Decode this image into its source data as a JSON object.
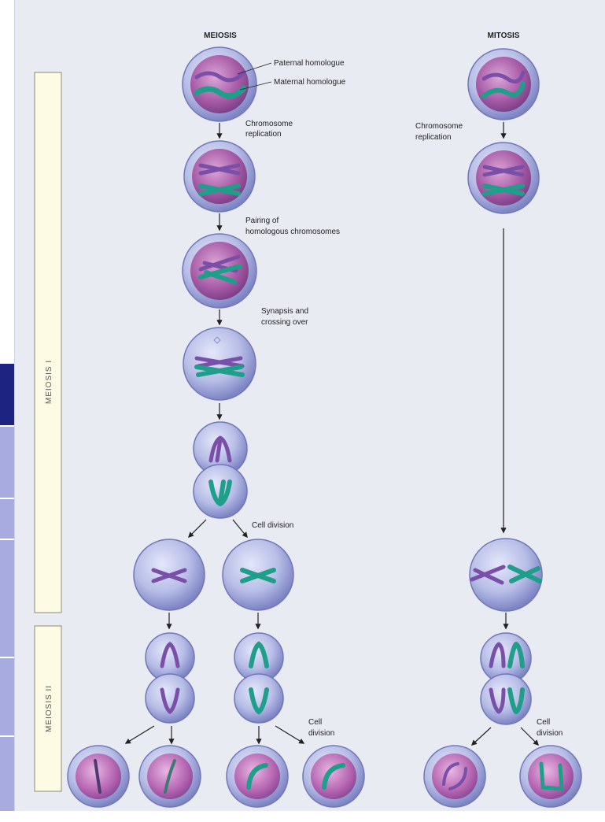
{
  "headers": {
    "meiosis": "MEIOSIS",
    "mitosis": "MITOSIS"
  },
  "stage_bars": {
    "meiosis_one": "MEIOSIS I",
    "meiosis_two": "MEIOSIS II"
  },
  "labels": {
    "paternal": "Paternal homologue",
    "maternal": "Maternal homologue",
    "replication_meiosis_line1": "Chromosome",
    "replication_meiosis_line2": "replication",
    "pairing_line1": "Pairing of",
    "pairing_line2": "homologous chromosomes",
    "synapsis_line1": "Synapsis and",
    "synapsis_line2": "crossing over",
    "replication_mitosis_line1": "Chromosome",
    "replication_mitosis_line2": "replication",
    "cell_division": "Cell division",
    "cell_division_two_line1": "Cell",
    "cell_division_two_line2": "division",
    "cell_division_mitosis_line1": "Cell",
    "cell_division_mitosis_line2": "division"
  },
  "colors": {
    "paternal": "#7a4fa8",
    "maternal": "#1f9e8a",
    "nucleus": "#a0509c",
    "cell_membrane": "#7f86c6",
    "cell_fill": "#b9bfe6",
    "stage_bar": "#fdfbe3",
    "side_tab_dark": "#1d2380",
    "side_tab_light": "#a8abdf"
  }
}
